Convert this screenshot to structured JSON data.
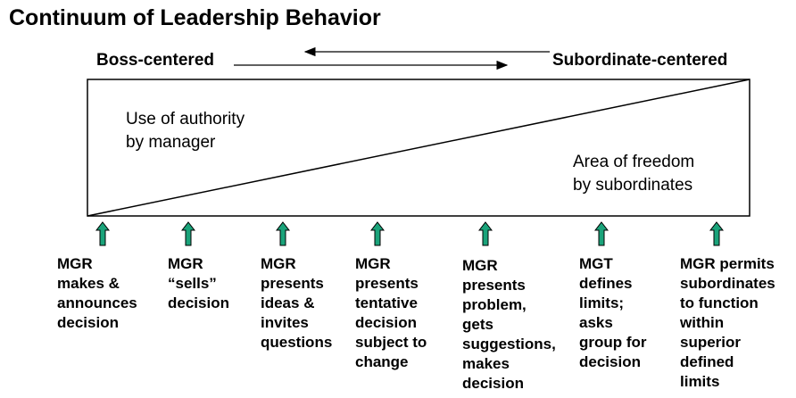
{
  "title": "Continuum of Leadership Behavior",
  "ends": {
    "left": "Boss-centered",
    "right": "Subordinate-centered"
  },
  "areas": {
    "top_left": "Use of authority\nby manager",
    "bottom_right": "Area of freedom\nby subordinates"
  },
  "colors": {
    "arrow_fill": "#1aa37a",
    "arrow_stroke": "#000000"
  },
  "behaviors": [
    {
      "text": "MGR\nmakes &\nannounces\ndecision"
    },
    {
      "text": "MGR\n“sells”\ndecision"
    },
    {
      "text": "MGR\npresents\nideas &\ninvites\nquestions"
    },
    {
      "text": "MGR\npresents\ntentative\ndecision\nsubject to\nchange"
    },
    {
      "text": "MGR\npresents\nproblem,\ngets\nsuggestions,\nmakes\ndecision"
    },
    {
      "text": "MGT\ndefines\nlimits;\nasks\ngroup for\ndecision"
    },
    {
      "text": "MGR permits\nsubordinates\nto function\nwithin\nsuperior\ndefined\nlimits"
    }
  ]
}
